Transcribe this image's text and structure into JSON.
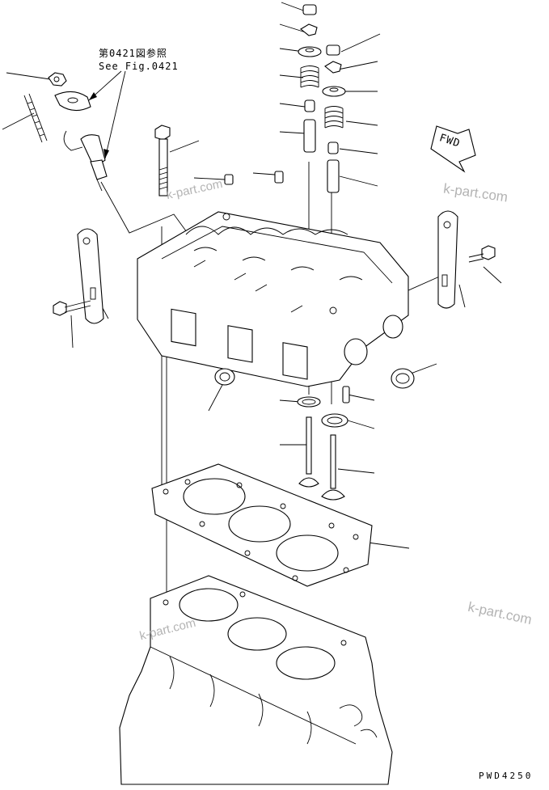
{
  "reference_note": {
    "line1": "第0421図参照",
    "line2": "See Fig.0421"
  },
  "direction_label": "FWD",
  "watermarks": [
    "k-part.com",
    "k-part.com",
    "k-part.com",
    "k-part.com"
  ],
  "figure_code": "PWD4250"
}
